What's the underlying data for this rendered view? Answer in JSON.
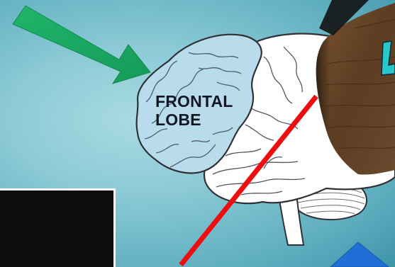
{
  "lobe_label": "FRONTAL\nLOBE",
  "colors": {
    "background": "#8ccad6",
    "frontal_lobe_fill": "#b9dcec",
    "brain_fill": "#ffffff",
    "outline": "#2f3136",
    "green_arrow": "#1ea862",
    "red_line": "#ee0e10",
    "wood_sign": "#6e4a2c",
    "blue_shape": "#1f6fd6",
    "black_panel": "#0c0c0c"
  },
  "icons": {
    "pointer": "green-arrow-icon",
    "divider": "red-line",
    "sign": "wooden-sign"
  }
}
